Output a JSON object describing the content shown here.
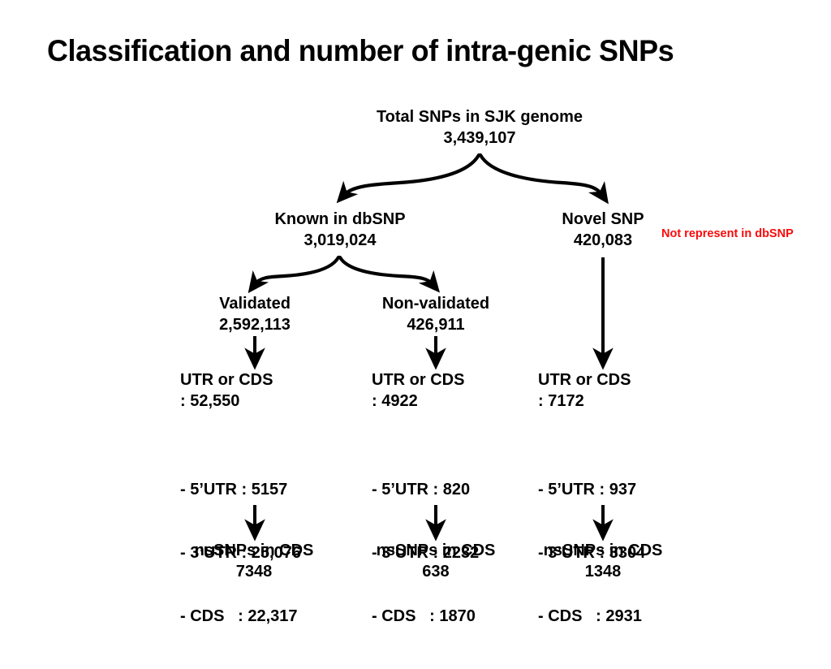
{
  "title": "Classification and number of intra-genic SNPs",
  "colors": {
    "text": "#000000",
    "annotation_red": "#fa0a0a",
    "background": "#ffffff",
    "connector": "#000000"
  },
  "chart_data": {
    "type": "diagram",
    "title": "Classification and number of intra-genic SNPs",
    "root": {
      "label": "Total SNPs in SJK genome",
      "value": "3,439,107"
    },
    "branches": [
      {
        "label": "Known in dbSNP",
        "value": "3,019,024",
        "children": [
          {
            "label": "Validated",
            "value": "2,592,113",
            "utr_cds_label": "UTR or CDS",
            "utr_cds_value": ": 52,550",
            "breakdown": [
              "- 5’UTR : 5157",
              "- 3’UTR : 25,076",
              "- CDS   : 22,317"
            ],
            "nssnps_label": "nsSNPs in CDS",
            "nssnps_value": "7348"
          },
          {
            "label": "Non-validated",
            "value": "426,911",
            "utr_cds_label": "UTR or CDS",
            "utr_cds_value": ": 4922",
            "breakdown": [
              "- 5’UTR : 820",
              "- 3’UTR : 2232",
              "- CDS   : 1870"
            ],
            "nssnps_label": "nsSNPs in CDS",
            "nssnps_value": "638"
          }
        ]
      },
      {
        "label": "Novel SNP",
        "value": "420,083",
        "annotation": "Not represent in dbSNP",
        "utr_cds_label": "UTR or CDS",
        "utr_cds_value": ": 7172",
        "breakdown": [
          "- 5’UTR : 937",
          "- 3’UTR : 3304",
          "- CDS   : 2931"
        ],
        "nssnps_label": "nsSNPs in CDS",
        "nssnps_value": "1348"
      }
    ]
  },
  "nodes": {
    "total": {
      "label": "Total SNPs in SJK genome",
      "value": "3,439,107"
    },
    "known": {
      "label": "Known in dbSNP",
      "value": "3,019,024"
    },
    "novel": {
      "label": "Novel SNP",
      "value": "420,083"
    },
    "validated": {
      "label": "Validated",
      "value": "2,592,113"
    },
    "nonvalidated": {
      "label": "Non-validated",
      "value": "426,911"
    },
    "utrcds_validated": {
      "label": "UTR or CDS",
      "value": ": 52,550"
    },
    "utrcds_nonvalidated": {
      "label": "UTR or CDS",
      "value": ": 4922"
    },
    "utrcds_novel": {
      "label": "UTR or CDS",
      "value": ": 7172"
    },
    "nssnps_validated": {
      "label": "nsSNPs in CDS",
      "value": "7348"
    },
    "nssnps_nonvalidated": {
      "label": "nsSNPs in CDS",
      "value": "638"
    },
    "nssnps_novel": {
      "label": "nsSNPs in CDS",
      "value": "1348"
    }
  },
  "details": {
    "validated": {
      "utr5": "- 5’UTR : 5157",
      "utr3": "- 3’UTR : 25,076",
      "cds": "- CDS   : 22,317"
    },
    "nonvalidated": {
      "utr5": "- 5’UTR : 820",
      "utr3": "- 3’UTR : 2232",
      "cds": "- CDS   : 1870"
    },
    "novel": {
      "utr5": "- 5’UTR : 937",
      "utr3": "- 3’UTR : 3304",
      "cds": "- CDS   : 2931"
    }
  },
  "annotations": {
    "novel_note": "Not represent in dbSNP"
  }
}
